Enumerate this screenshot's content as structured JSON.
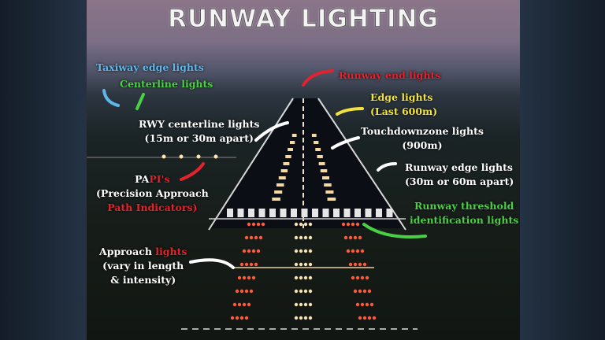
{
  "title": "RUNWAY LIGHTING",
  "labels": {
    "taxiway_edge": "Taxiway edge lights",
    "centerline": "Centerline lights",
    "runway_end": "Runway end lights",
    "edge_1": "Edge lights",
    "edge_2": "(Last 600m)",
    "rwy_centerline_1": "RWY centerline lights",
    "rwy_centerline_2": "(15m or 30m apart)",
    "tdz_1": "Touchdownzone lights",
    "tdz_2": "(900m)",
    "papi_a": "PA",
    "papi_b": "PI's",
    "papi_2": "(Precision Approach",
    "papi_3": "Path Indicators)",
    "runway_edge_1": "Runway edge lights",
    "runway_edge_2": "(30m or 60m apart)",
    "threshold_1": "Runway threshold",
    "threshold_2": "identification lights",
    "approach_a": "Approach ",
    "approach_b": "lights",
    "approach_2": "(vary in length",
    "approach_3": "& intensity)"
  },
  "colors": {
    "blue": "#5fb6ea",
    "green": "#4ad043",
    "red": "#e3222c",
    "yellow": "#f2e23e",
    "white": "#ffffff",
    "approach_light": "#ff5a3a"
  }
}
